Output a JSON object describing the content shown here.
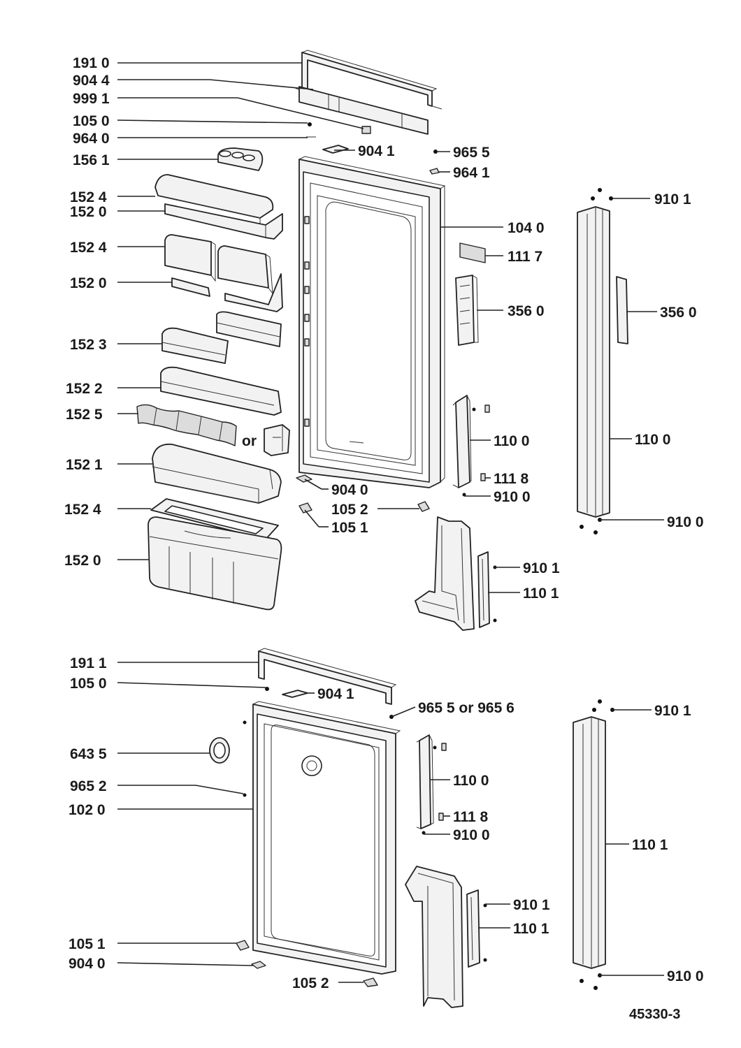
{
  "drawing_ref": "45330-3",
  "callouts": [
    {
      "id": "c1910-top",
      "text": "191 0"
    },
    {
      "id": "c9044",
      "text": "904 4"
    },
    {
      "id": "c9991",
      "text": "999 1"
    },
    {
      "id": "c1050-top",
      "text": "105 0"
    },
    {
      "id": "c9640",
      "text": "964 0"
    },
    {
      "id": "c1561",
      "text": "156 1"
    },
    {
      "id": "c9041-top",
      "text": "904 1"
    },
    {
      "id": "c9655-top",
      "text": "965 5"
    },
    {
      "id": "c9641",
      "text": "964 1"
    },
    {
      "id": "c1524-a",
      "text": "152 4"
    },
    {
      "id": "c1520-a",
      "text": "152 0"
    },
    {
      "id": "c1524-b",
      "text": "152 4"
    },
    {
      "id": "c1520-b",
      "text": "152 0"
    },
    {
      "id": "c1523",
      "text": "152 3"
    },
    {
      "id": "c1522",
      "text": "152 2"
    },
    {
      "id": "c1525",
      "text": "152 5"
    },
    {
      "id": "c-or",
      "text": "or"
    },
    {
      "id": "c1521",
      "text": "152 1"
    },
    {
      "id": "c1524-c",
      "text": "152 4"
    },
    {
      "id": "c1520-c",
      "text": "152 0"
    },
    {
      "id": "c1040",
      "text": "104 0"
    },
    {
      "id": "c1117",
      "text": "111 7"
    },
    {
      "id": "c3560-a",
      "text": "356 0"
    },
    {
      "id": "c9101-a",
      "text": "910 1"
    },
    {
      "id": "c3560-b",
      "text": "356 0"
    },
    {
      "id": "c1100-a",
      "text": "110 0"
    },
    {
      "id": "c1100-b",
      "text": "110 0"
    },
    {
      "id": "c1118-a",
      "text": "111 8"
    },
    {
      "id": "c9100-a",
      "text": "910 0"
    },
    {
      "id": "c9040-top",
      "text": "904 0"
    },
    {
      "id": "c1052-top",
      "text": "105 2"
    },
    {
      "id": "c1051-top",
      "text": "105 1"
    },
    {
      "id": "c9100-b",
      "text": "910 0"
    },
    {
      "id": "c9101-b",
      "text": "910 1"
    },
    {
      "id": "c1101-a",
      "text": "110 1"
    },
    {
      "id": "c1911",
      "text": "191 1"
    },
    {
      "id": "c1050-bot",
      "text": "105 0"
    },
    {
      "id": "c9041-bot",
      "text": "904 1"
    },
    {
      "id": "c9655-bot",
      "text": "965 5 or 965 6"
    },
    {
      "id": "c9101-c",
      "text": "910 1"
    },
    {
      "id": "c6435",
      "text": "643 5"
    },
    {
      "id": "c9652",
      "text": "965 2"
    },
    {
      "id": "c1020",
      "text": "102 0"
    },
    {
      "id": "c1100-c",
      "text": "110 0"
    },
    {
      "id": "c1118-b",
      "text": "111 8"
    },
    {
      "id": "c9100-c",
      "text": "910 0"
    },
    {
      "id": "c1101-b",
      "text": "110 1"
    },
    {
      "id": "c9101-d",
      "text": "910 1"
    },
    {
      "id": "c1101-c",
      "text": "110 1"
    },
    {
      "id": "c1051-bot",
      "text": "105 1"
    },
    {
      "id": "c9040-bot",
      "text": "904 0"
    },
    {
      "id": "c1052-bot",
      "text": "105 2"
    },
    {
      "id": "c9100-d",
      "text": "910 0"
    }
  ]
}
